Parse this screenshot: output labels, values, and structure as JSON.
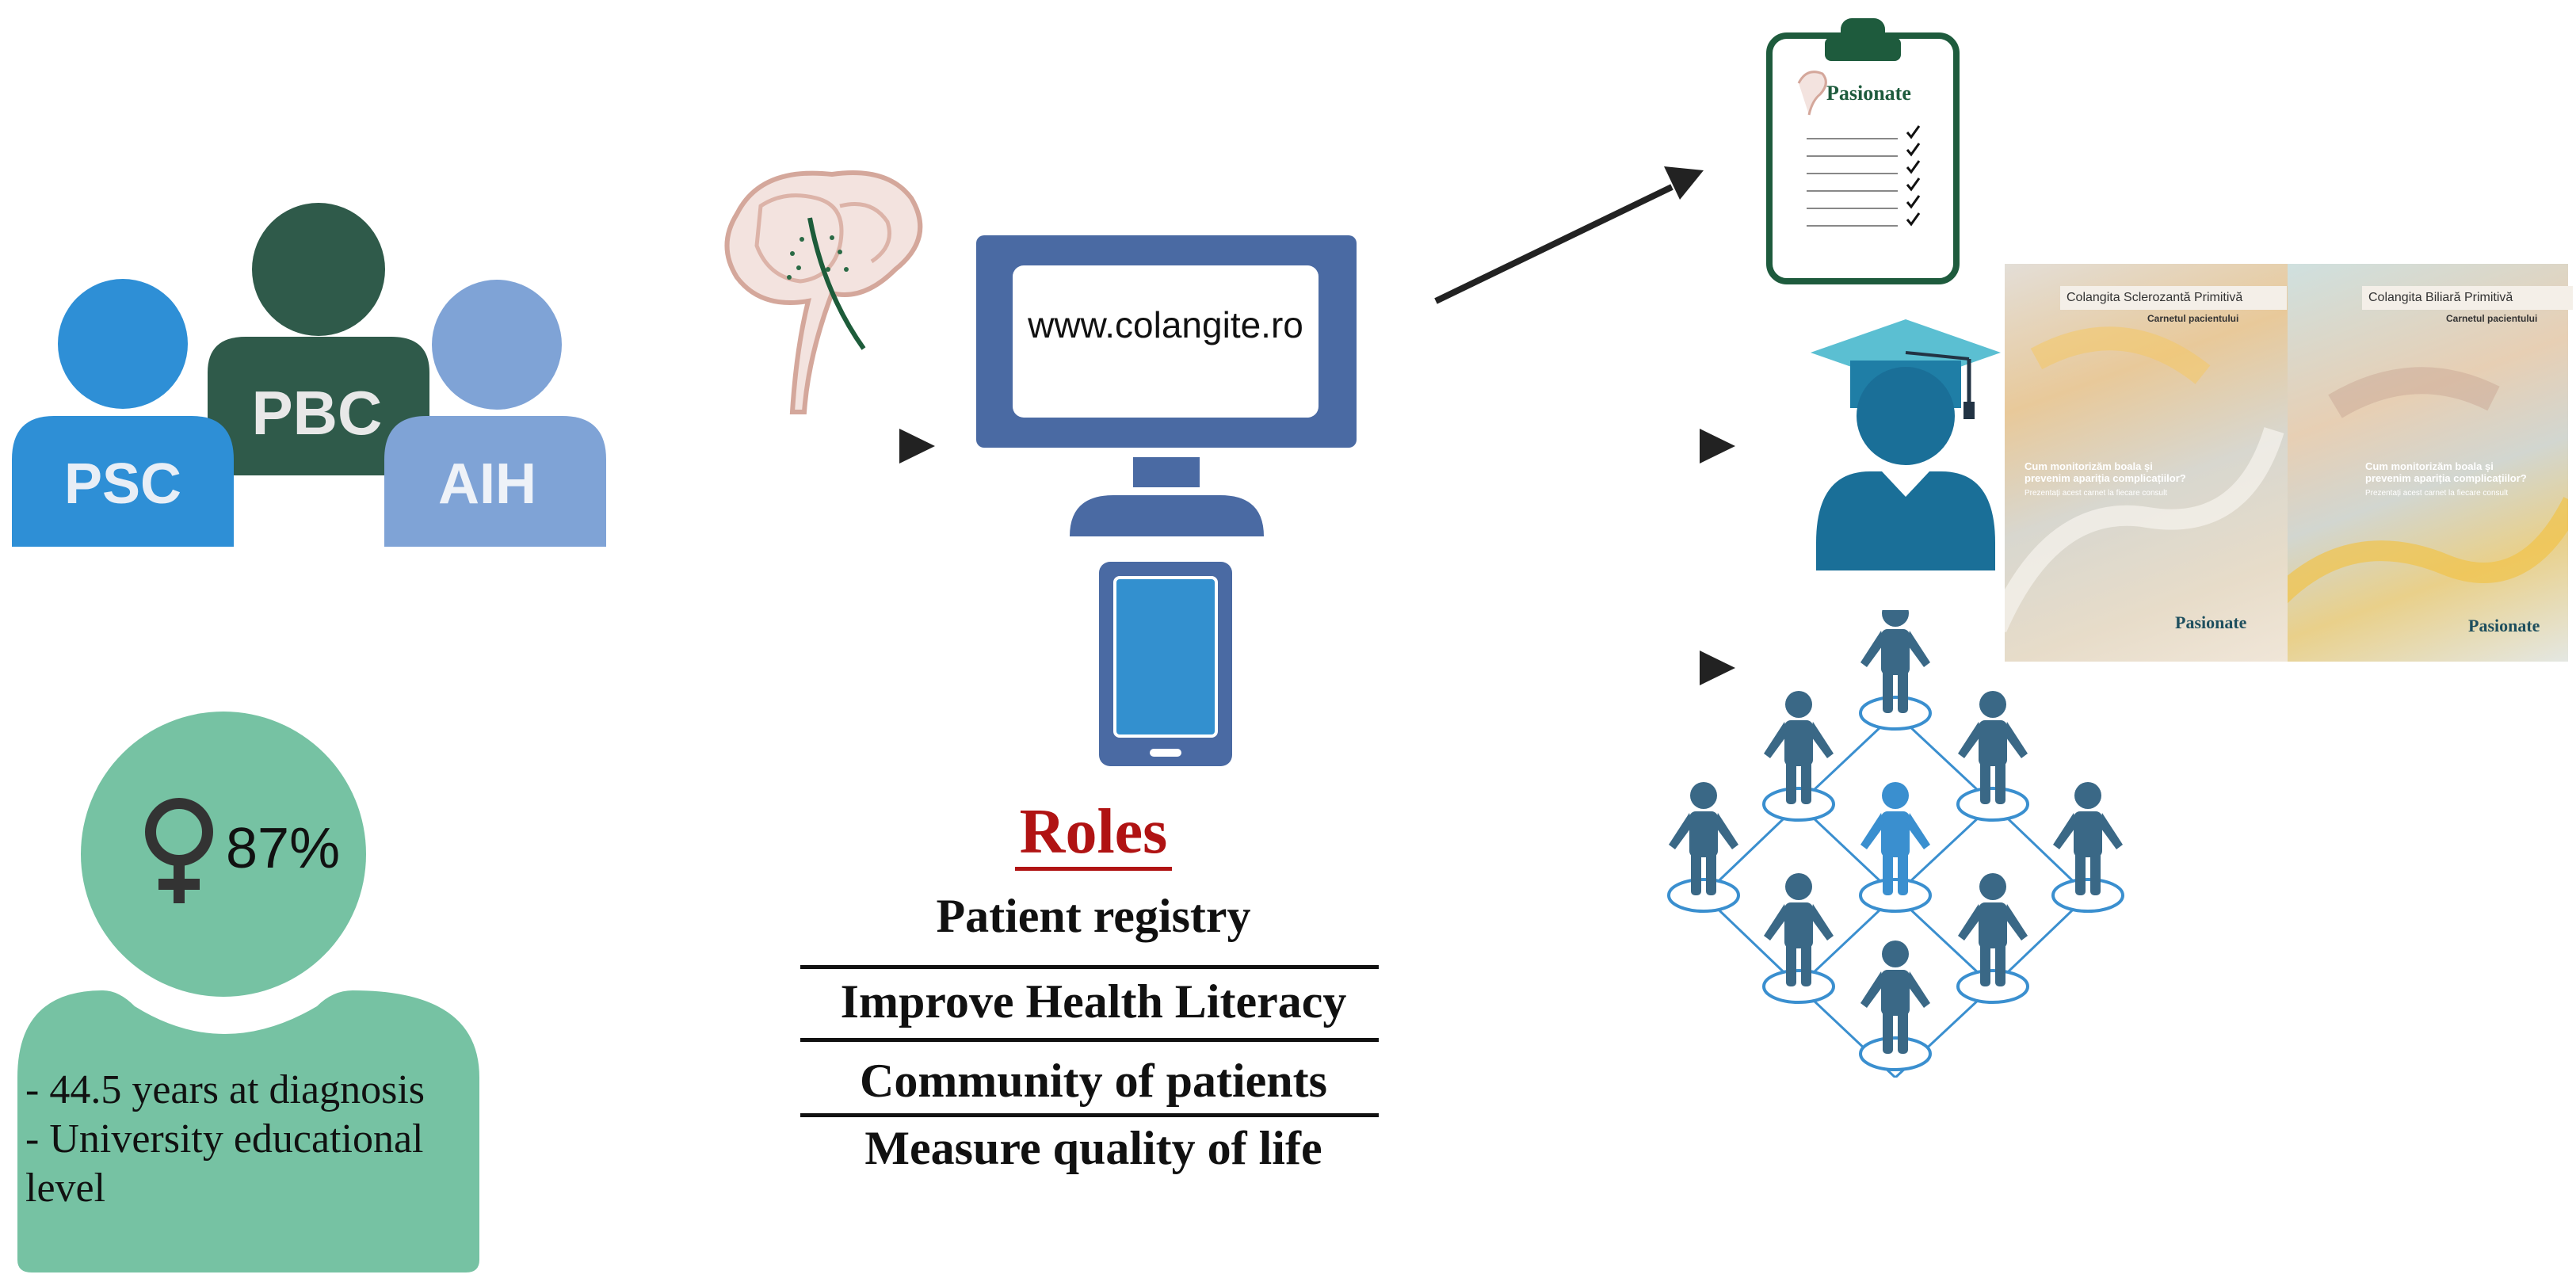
{
  "disease_groups": [
    {
      "label": "PSC",
      "color": "#2e8fd6"
    },
    {
      "label": "PBC",
      "color": "#2f5a4a"
    },
    {
      "label": "AIH",
      "color": "#7fa3d6"
    }
  ],
  "demographics": {
    "female_percent": "87%",
    "female_symbol": "female-symbol-icon",
    "color": "#76c2a3",
    "facts": [
      "- 44.5 years at diagnosis",
      "- University educational",
      "level"
    ]
  },
  "website": {
    "url": "www.colangite.ro",
    "device_color": "#4a6aa3",
    "tablet_screen_color": "#3390cf"
  },
  "roles": {
    "title": "Roles",
    "title_color": "#b01313",
    "items": [
      "Patient registry",
      "Improve Health Literacy",
      "Community of patients",
      "Measure quality of life"
    ]
  },
  "registry_clipboard": {
    "brand": "Pasionate",
    "color": "#1e5b3d"
  },
  "booklets": [
    {
      "title": "Colangita Sclerozantă Primitivă",
      "subtitle": "Carnetul pacientului",
      "heading": "Cum monitorizăm boala și prevenim apariția complicațiilor?",
      "note": "Prezentați acest carnet la fiecare consult",
      "brand": "Pasionate"
    },
    {
      "title": "Colangita Biliară Primitivă",
      "subtitle": "Carnetul pacientului",
      "heading": "Cum monitorizăm boala și prevenim apariția complicațiilor?",
      "note": "Prezentați acest carnet la fiecare consult",
      "brand": "Pasionate"
    }
  ],
  "icons": {
    "liver": "liver-icon",
    "graduate": "graduate-icon",
    "network": "patient-network-icon",
    "arrow_color": "#222222",
    "people_color": "#3a6886",
    "highlight_person_color": "#3a8fcf",
    "ring_color": "#3a8fcf"
  }
}
